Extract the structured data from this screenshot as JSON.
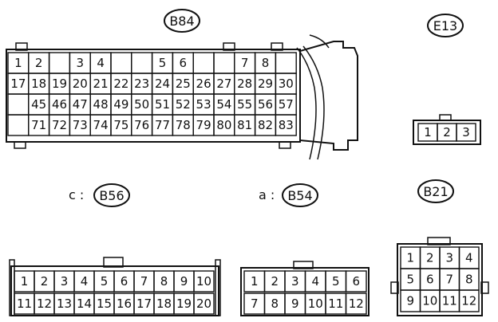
{
  "labels": {
    "b84": "B84",
    "e13": "E13",
    "b56_prefix": "c :",
    "b56": "B56",
    "b54_prefix": "a :",
    "b54": "B54",
    "b21": "B21"
  },
  "b84": {
    "row1": [
      "1",
      "2",
      "",
      "3",
      "4",
      "",
      "",
      "5",
      "6",
      "",
      "",
      "7",
      "8",
      ""
    ],
    "row2": [
      "17",
      "18",
      "19",
      "20",
      "21",
      "22",
      "23",
      "24",
      "25",
      "26",
      "27",
      "28",
      "29",
      "30"
    ],
    "row3": [
      "",
      "45",
      "46",
      "47",
      "48",
      "49",
      "50",
      "51",
      "52",
      "53",
      "54",
      "55",
      "56",
      "57"
    ],
    "row4": [
      "",
      "71",
      "72",
      "73",
      "74",
      "75",
      "76",
      "77",
      "78",
      "79",
      "80",
      "81",
      "82",
      "83"
    ]
  },
  "e13": {
    "row1": [
      "1",
      "2",
      "3"
    ]
  },
  "b56": {
    "row1": [
      "1",
      "2",
      "3",
      "4",
      "5",
      "6",
      "7",
      "8",
      "9",
      "10"
    ],
    "row2": [
      "11",
      "12",
      "13",
      "14",
      "15",
      "16",
      "17",
      "18",
      "19",
      "20"
    ]
  },
  "b54": {
    "row1": [
      "1",
      "2",
      "3",
      "4",
      "5",
      "6"
    ],
    "row2": [
      "7",
      "8",
      "9",
      "10",
      "11",
      "12"
    ]
  },
  "b21": {
    "row1": [
      "1",
      "2",
      "3",
      "4"
    ],
    "row2": [
      "5",
      "6",
      "7",
      "8"
    ],
    "row3": [
      "9",
      "10",
      "11",
      "12"
    ]
  }
}
